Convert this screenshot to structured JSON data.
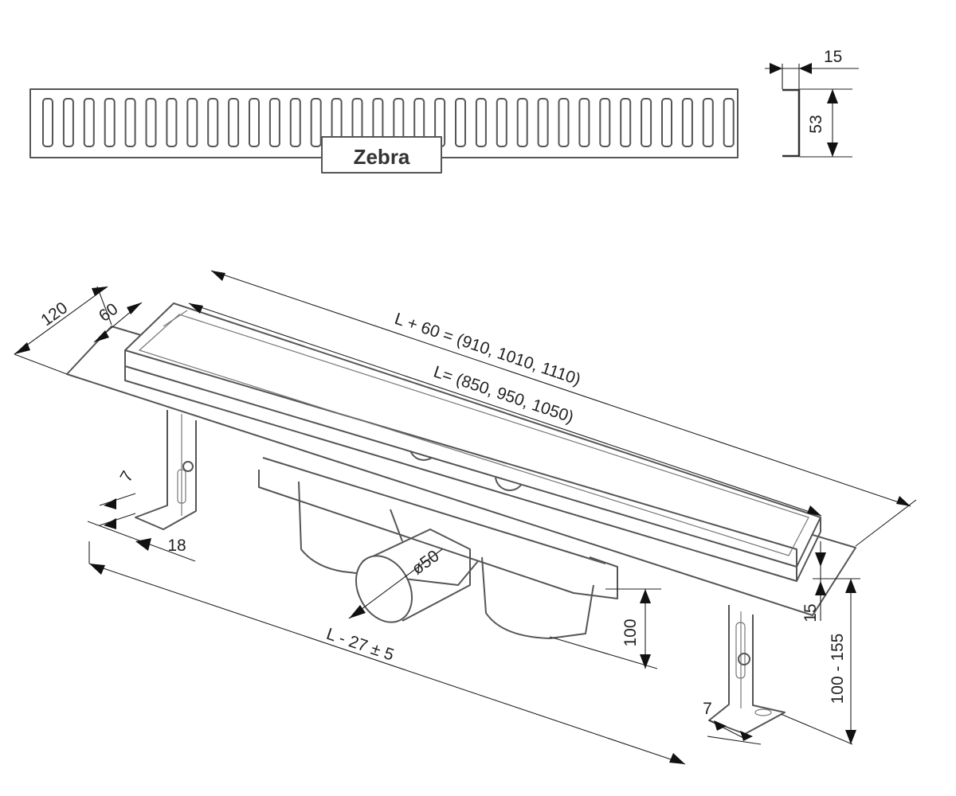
{
  "grate": {
    "label": "Zebra"
  },
  "profile": {
    "dim_width": "15",
    "dim_height": "53"
  },
  "dimensions": {
    "total_length": "L + 60 = (910, 1010, 1110)",
    "length": "L= (850, 950, 1050)",
    "width_outer": "120",
    "width_inner": "60",
    "foot_slot_left": "7",
    "foot_width_left": "18",
    "pipe_diameter": "ø50",
    "leg_spacing": "L - 27 ± 5",
    "outlet_height": "100",
    "frame_height": "15",
    "adjust_height": "100 - 155",
    "foot_slot_right": "7"
  },
  "colors": {
    "line": "#555555",
    "dimension": "#222222"
  }
}
